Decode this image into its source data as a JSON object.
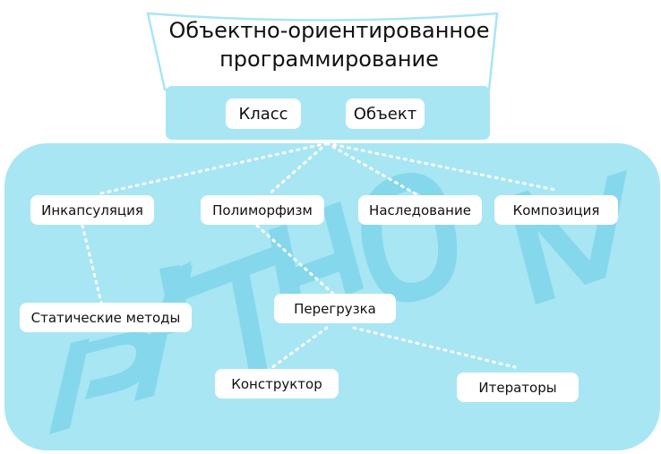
{
  "title": {
    "line1": "Объектно-ориентированное",
    "line2": "программирование"
  },
  "watermark": "PYTHON",
  "header_nodes": {
    "class": "Класс",
    "object": "Объект"
  },
  "concepts": {
    "encapsulation": "Инкапсуляция",
    "polymorphism": "Полиморфизм",
    "inheritance": "Наследование",
    "composition": "Композиция",
    "static_methods": "Статические методы",
    "overloading": "Перегрузка",
    "constructor": "Конструктор",
    "iterators": "Итераторы"
  },
  "colors": {
    "panel": "#a8e6f4",
    "outline": "#a8e6f4",
    "watermark": "#7ad2e8",
    "connector": "#ffffff",
    "node": "#ffffff"
  }
}
